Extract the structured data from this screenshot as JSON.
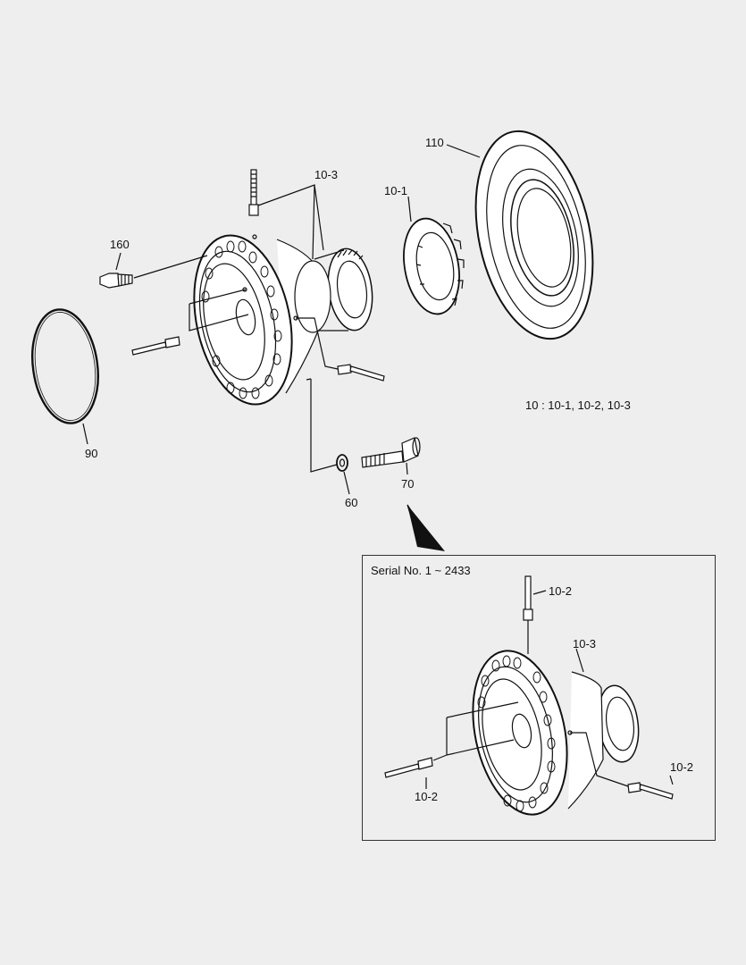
{
  "labels": {
    "label_110": "110",
    "label_10_1": "10-1",
    "label_10_3_top": "10-3",
    "label_160": "160",
    "label_90": "90",
    "label_60": "60",
    "label_70": "70",
    "legend": "10 : 10-1, 10-2, 10-3"
  },
  "detail": {
    "title": "Serial No. 1 ~ 2433",
    "label_10_2_top": "10-2",
    "label_10_3": "10-3",
    "label_10_2_right": "10-2",
    "label_10_2_left": "10-2"
  },
  "colors": {
    "background": "#eeeeee",
    "line": "#111111",
    "part_fill": "#ffffff"
  }
}
